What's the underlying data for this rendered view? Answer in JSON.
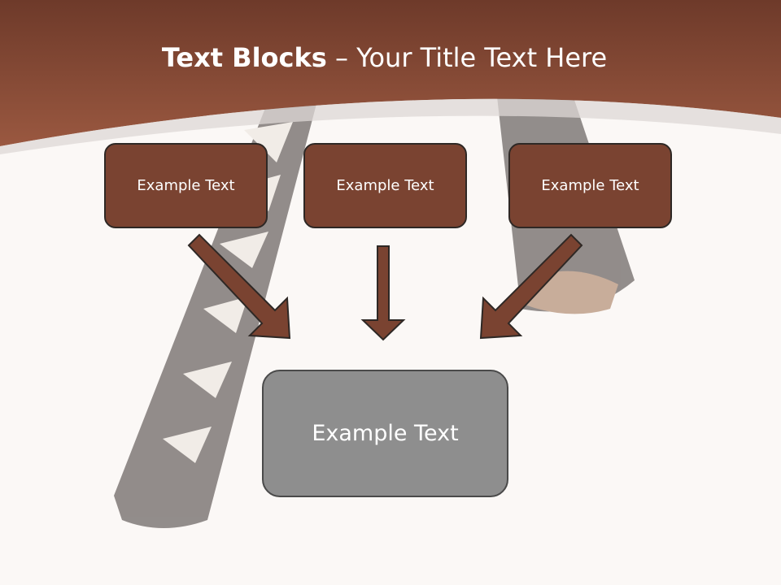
{
  "title": {
    "bold_part": "Text Blocks",
    "dash": "–",
    "rest": "Your Title Text Here"
  },
  "boxes": {
    "left": "Example Text",
    "middle": "Example Text",
    "right": "Example Text",
    "bottom": "Example Text"
  },
  "colors": {
    "header_brown": "#8a4a36",
    "box_brown": "#7a4331",
    "box_gray": "#8e8e8e",
    "background": "#fbf8f6"
  }
}
